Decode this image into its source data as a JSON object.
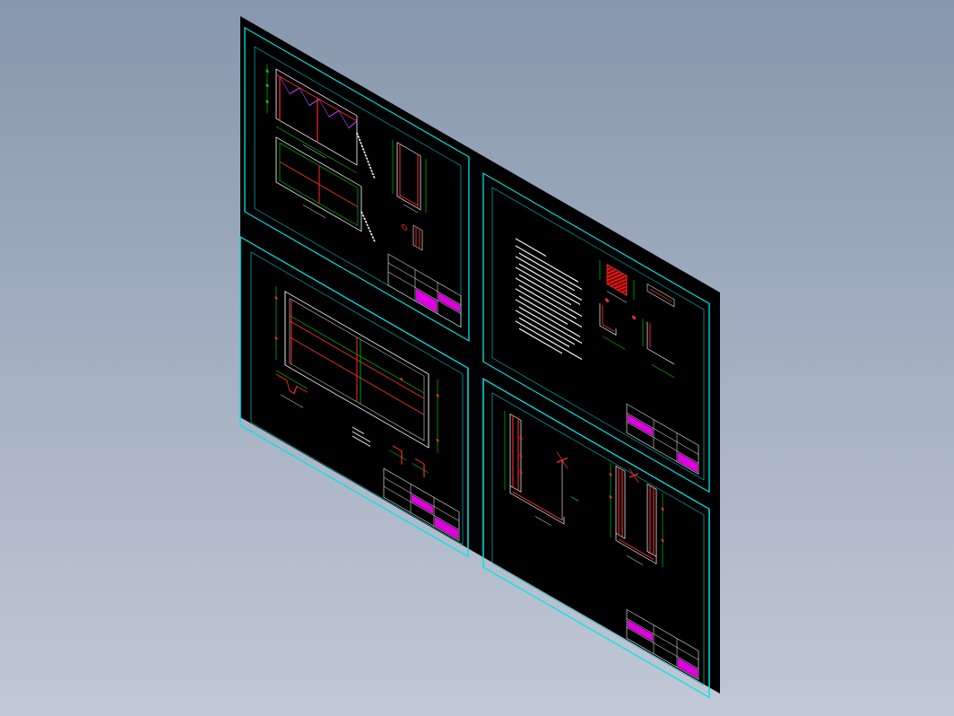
{
  "viewport": {
    "background_top": "#8797ad",
    "background_bottom": "#c1c8d6",
    "projection": "isometric"
  },
  "colors": {
    "sheet": "#000000",
    "border": "#00e5e5",
    "title_block": "#ffffff",
    "title_block_accent": "#e000e0",
    "beam": "#ff2a2a",
    "dimension": "#00e000",
    "note_text": "#ffffff",
    "hatch": "#ff2a2a"
  },
  "sheets": [
    {
      "id": "sheet-top-left",
      "content": "plan-and-section"
    },
    {
      "id": "sheet-top-right",
      "content": "notes-and-details"
    },
    {
      "id": "sheet-bottom-left",
      "content": "foundation-plan"
    },
    {
      "id": "sheet-bottom-right",
      "content": "wall-sections"
    }
  ]
}
